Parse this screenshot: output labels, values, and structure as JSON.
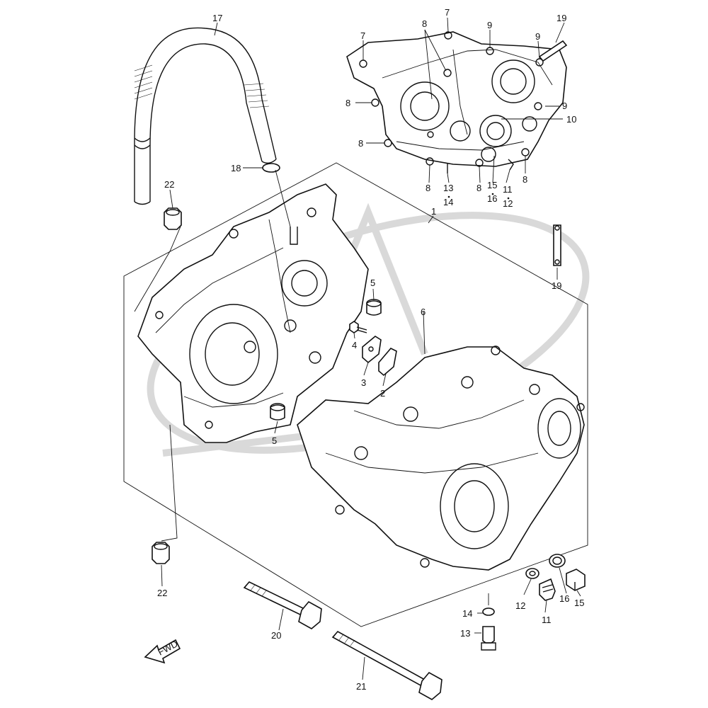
{
  "diagram": {
    "callouts": [
      {
        "id": "1",
        "text": "1"
      },
      {
        "id": "2",
        "text": "2"
      },
      {
        "id": "3",
        "text": "3"
      },
      {
        "id": "4",
        "text": "4"
      },
      {
        "id": "5a",
        "text": "5"
      },
      {
        "id": "5b",
        "text": "5"
      },
      {
        "id": "6",
        "text": "6"
      },
      {
        "id": "7a",
        "text": "7"
      },
      {
        "id": "7b",
        "text": "7"
      },
      {
        "id": "8a",
        "text": "8"
      },
      {
        "id": "8b",
        "text": "8"
      },
      {
        "id": "8c",
        "text": "8"
      },
      {
        "id": "8d",
        "text": "8"
      },
      {
        "id": "8e",
        "text": "8"
      },
      {
        "id": "8f",
        "text": "8"
      },
      {
        "id": "9a",
        "text": "9"
      },
      {
        "id": "9b",
        "text": "9"
      },
      {
        "id": "9c",
        "text": "9"
      },
      {
        "id": "10",
        "text": "10"
      },
      {
        "id": "11a",
        "text": "11"
      },
      {
        "id": "11b",
        "text": "11"
      },
      {
        "id": "12a",
        "text": "12"
      },
      {
        "id": "12b",
        "text": "12"
      },
      {
        "id": "13a",
        "text": "13"
      },
      {
        "id": "13b",
        "text": "13"
      },
      {
        "id": "14a",
        "text": "14"
      },
      {
        "id": "14b",
        "text": "14"
      },
      {
        "id": "15a",
        "text": "15"
      },
      {
        "id": "15b",
        "text": "15"
      },
      {
        "id": "16a",
        "text": "16"
      },
      {
        "id": "16b",
        "text": "16"
      },
      {
        "id": "17",
        "text": "17"
      },
      {
        "id": "18",
        "text": "18"
      },
      {
        "id": "19a",
        "text": "19"
      },
      {
        "id": "19b",
        "text": "19"
      },
      {
        "id": "20",
        "text": "20"
      },
      {
        "id": "21",
        "text": "21"
      },
      {
        "id": "22a",
        "text": "22"
      },
      {
        "id": "22b",
        "text": "22"
      }
    ],
    "fwd_arrow": "FWD",
    "colors": {
      "line": "#111111",
      "watermark": "#d9d9d9",
      "background": "#ffffff"
    }
  }
}
